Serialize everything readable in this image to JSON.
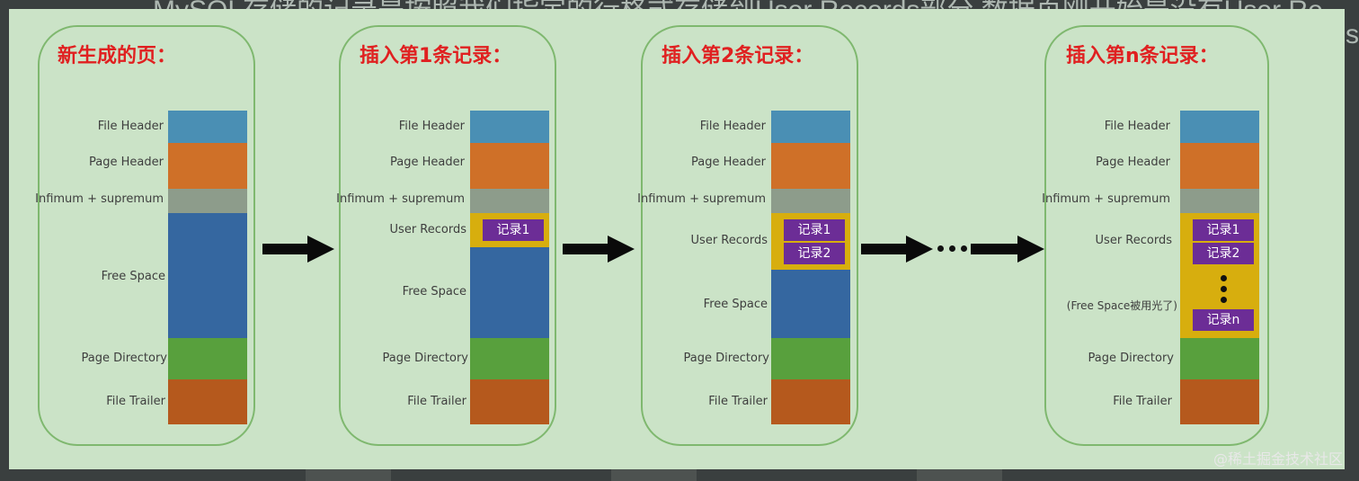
{
  "background_text_line1": "MySQL存储的记录是按照我们指定的行格式存储到User Records部分,数据页刚开始是没有User Re",
  "background_text_line2": "Us",
  "panels": [
    {
      "title": "新生成的页："
    },
    {
      "title": "插入第1条记录："
    },
    {
      "title": "插入第2条记录："
    },
    {
      "title": "插入第n条记录："
    }
  ],
  "labels": {
    "file_header": "File Header",
    "page_header": "Page Header",
    "infimum": "Infimum + supremum",
    "user_records": "User Records",
    "free_space": "Free Space",
    "free_space_used": "(Free Space被用光了)",
    "page_directory": "Page Directory",
    "file_trailer": "File Trailer"
  },
  "records": {
    "rec1": "记录1",
    "rec2": "记录2",
    "recn": "记录n"
  },
  "watermark": "@稀土掘金技术社区",
  "colors": {
    "file_header": "#4a8fb4",
    "page_header": "#cf7028",
    "infimum": "#8d9c8b",
    "free_space": "#3567a0",
    "page_directory": "#58a03d",
    "file_trailer": "#b5591d",
    "user_records": "#d7ae0e",
    "record": "#6c2d96",
    "title": "#e02020"
  }
}
